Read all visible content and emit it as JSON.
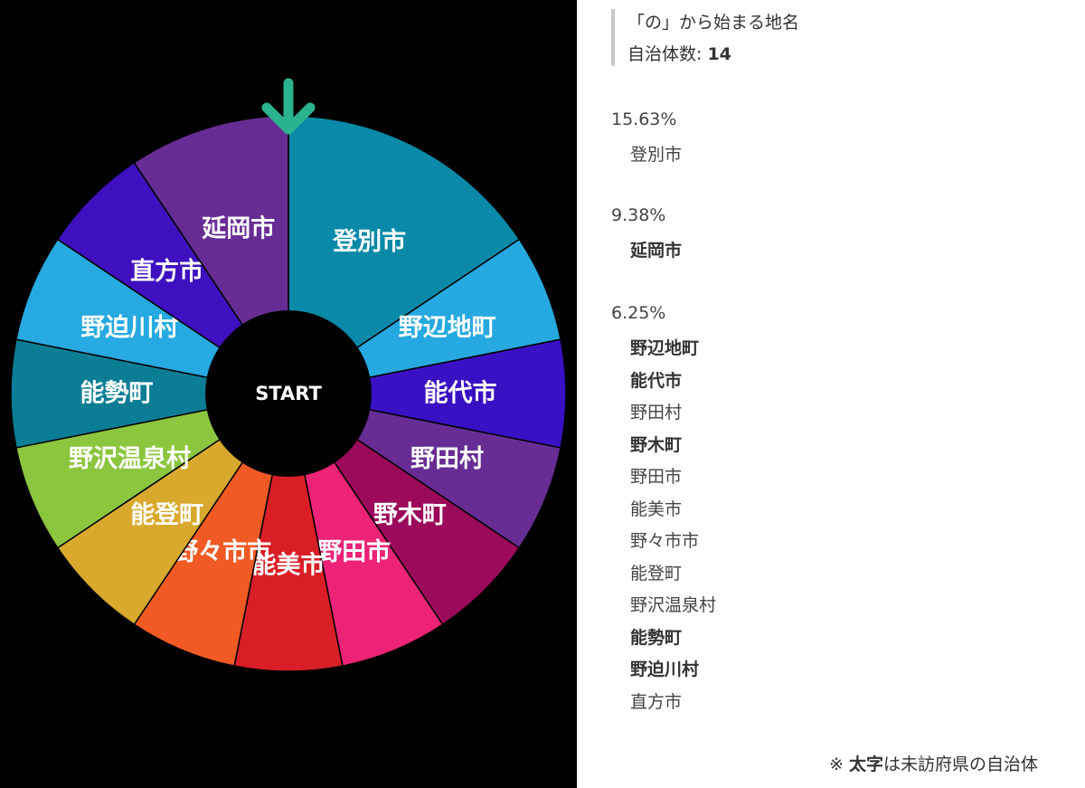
{
  "wheel": {
    "start_label": "START",
    "segments": [
      {
        "label": "登別市",
        "percent": 15.63,
        "color": "#0a8aa8"
      },
      {
        "label": "野辺地町",
        "percent": 6.25,
        "color": "#26a9e0"
      },
      {
        "label": "能代市",
        "percent": 6.25,
        "color": "#3a10c4"
      },
      {
        "label": "野田村",
        "percent": 6.25,
        "color": "#672d94"
      },
      {
        "label": "野木町",
        "percent": 6.25,
        "color": "#9b0a5b"
      },
      {
        "label": "野田市",
        "percent": 6.25,
        "color": "#ec2377"
      },
      {
        "label": "能美市",
        "percent": 6.25,
        "color": "#d91e26"
      },
      {
        "label": "野々市市",
        "percent": 6.25,
        "color": "#f15a24"
      },
      {
        "label": "能登町",
        "percent": 6.25,
        "color": "#d8a92c"
      },
      {
        "label": "野沢温泉村",
        "percent": 6.25,
        "color": "#8cc63f"
      },
      {
        "label": "能勢町",
        "percent": 6.25,
        "color": "#0b7e96"
      },
      {
        "label": "野迫川村",
        "percent": 6.25,
        "color": "#27a9e1"
      },
      {
        "label": "直方市",
        "percent": 6.25,
        "color": "#3f10c0"
      },
      {
        "label": "延岡市",
        "percent": 9.38,
        "color": "#672d94"
      }
    ],
    "pointer_icon": "arrow-down-icon",
    "pointer_color": "#2bb38f"
  },
  "side": {
    "title": "「の」から始まる地名",
    "count_label": "自治体数:",
    "count_value": "14",
    "groups": [
      {
        "percent": "15.63%",
        "items": [
          {
            "name": "登別市",
            "bold": false
          }
        ]
      },
      {
        "percent": "9.38%",
        "items": [
          {
            "name": "延岡市",
            "bold": true
          }
        ]
      },
      {
        "percent": "6.25%",
        "items": [
          {
            "name": "野辺地町",
            "bold": true
          },
          {
            "name": "能代市",
            "bold": true
          },
          {
            "name": "野田村",
            "bold": false
          },
          {
            "name": "野木町",
            "bold": true
          },
          {
            "name": "野田市",
            "bold": false
          },
          {
            "name": "能美市",
            "bold": false
          },
          {
            "name": "野々市市",
            "bold": false
          },
          {
            "name": "能登町",
            "bold": false
          },
          {
            "name": "野沢温泉村",
            "bold": false
          },
          {
            "name": "能勢町",
            "bold": true
          },
          {
            "name": "野迫川村",
            "bold": true
          },
          {
            "name": "直方市",
            "bold": false
          }
        ]
      }
    ],
    "note_prefix": "※",
    "note_bold": "太字",
    "note_suffix": "は未訪府県の自治体"
  }
}
